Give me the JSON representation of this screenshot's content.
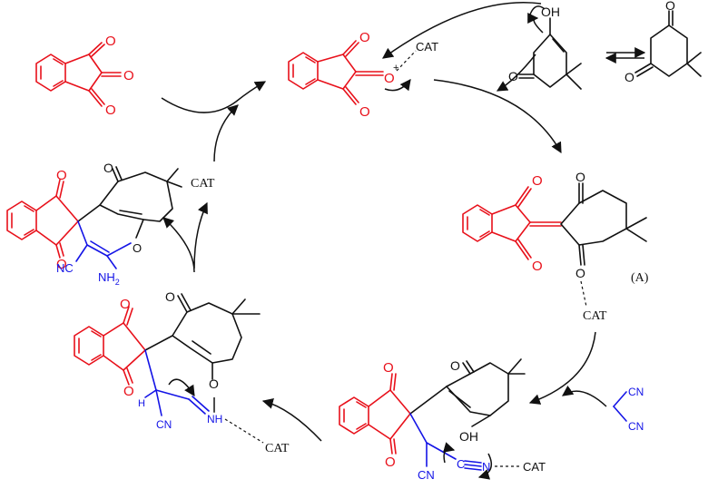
{
  "labels": {
    "cat": "CAT",
    "compound_a": "(A)",
    "O": "O",
    "OH": "OH",
    "HO": "OH",
    "NH2": "NH",
    "NH2_sub": "2",
    "NH": "NH",
    "NC": "NC",
    "CN": "CN",
    "H": "H",
    "N": "N",
    "C_triple": "C",
    "plus": "+",
    "minus": "-"
  },
  "colors": {
    "indane": "#e8101a",
    "dimedone": "#111111",
    "malononitrile": "#1414e6",
    "arrow": "#111111"
  }
}
